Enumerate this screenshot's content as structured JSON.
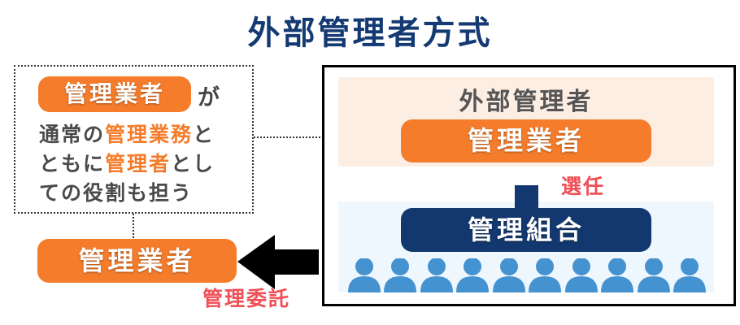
{
  "title": "外部管理者方式",
  "note": {
    "pill": "管理業者",
    "ga": "が",
    "lines": [
      {
        "plain1": "通常の",
        "highlight": "管理業務",
        "plain2": "と"
      },
      {
        "plain1": "ともに",
        "highlight": "管理者",
        "plain2": "とし"
      },
      {
        "plain1": "ての役割も担う",
        "highlight": "",
        "plain2": ""
      }
    ]
  },
  "external_manager": {
    "label": "外部管理者",
    "pill": "管理業者"
  },
  "appointment_label": "選任",
  "union": {
    "pill": "管理組合",
    "member_count": 10
  },
  "manager": {
    "pill": "管理業者",
    "delegation_label": "管理委託"
  },
  "colors": {
    "title": "#143a73",
    "orange": "#f47c2b",
    "navy": "#133870",
    "red": "#ef4f56",
    "person": "#4592d1",
    "peach_band": "#fdeee4",
    "blue_band": "#eef6fe"
  }
}
